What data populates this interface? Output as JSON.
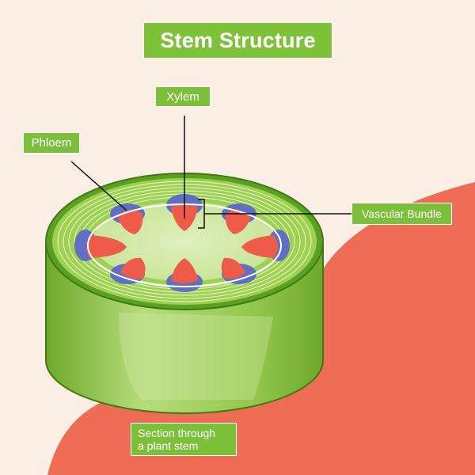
{
  "title": "Stem Structure",
  "labels": {
    "xylem": "Xylem",
    "phloem": "Phloem",
    "vascular_bundle": "Vascular Bundle",
    "section_line1": "Section through",
    "section_line2": "a plant stem"
  },
  "colors": {
    "background": "#fbeee4",
    "accent_blob": "#ef6c55",
    "label_green": "#7bbf3a",
    "stem_green": "#8cc43c",
    "stem_dark": "#4f8f1a",
    "xylem_red": "#ef5b49",
    "phloem_blue": "#5f6fc4"
  }
}
